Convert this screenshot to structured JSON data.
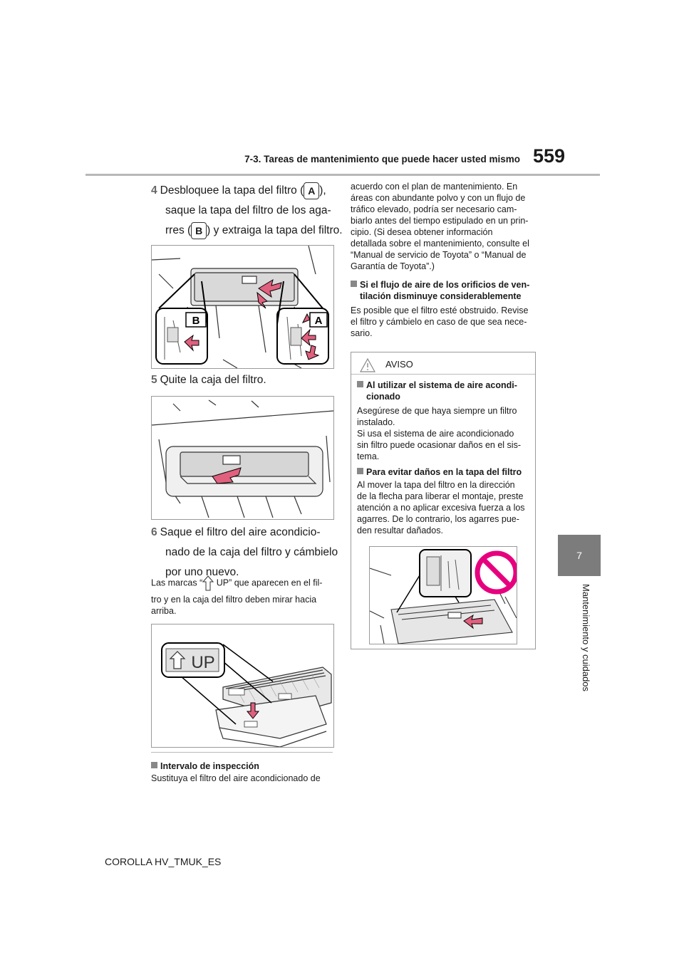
{
  "header": {
    "section_title": "7-3. Tareas de mantenimiento que puede hacer usted mismo",
    "page_number": "559"
  },
  "side_tab": {
    "chapter_number": "7",
    "chapter_title": "Mantenimiento y cuidados"
  },
  "steps": {
    "s4": {
      "number": "4",
      "line1a": "Desbloquee la tapa del filtro (",
      "line1b": "),",
      "line2": "saque la tapa del filtro de los aga-",
      "line3a": "rres (",
      "line3b": ") y extraiga la tapa del filtro."
    },
    "s5": {
      "number": "5",
      "text": "Quite la caja del filtro."
    },
    "s6": {
      "number": "6",
      "line1": "Saque el filtro del aire acondicio-",
      "line2": "nado de la caja del filtro y cámbielo",
      "line3": "por uno nuevo."
    }
  },
  "labels": {
    "a": "A",
    "b": "B",
    "up": "UP"
  },
  "up_note": {
    "line1a": "Las marcas “",
    "line1b": " UP” que aparecen en el fil-",
    "line2": "tro y en la caja del filtro deben mirar hacia",
    "line3": "arriba."
  },
  "inspection": {
    "heading": "Intervalo de inspección",
    "line1": "Sustituya el filtro del aire acondicionado de",
    "cont": [
      "acuerdo con el plan de mantenimiento. En",
      "áreas con abundante polvo y con un flujo de",
      "tráfico elevado, podría ser necesario cam-",
      "biarlo antes del tiempo estipulado en un prin-",
      "cipio. (Si desea obtener información",
      "detallada sobre el mantenimiento, consulte el",
      "“Manual de servicio de Toyota” o “Manual de",
      "Garantía de Toyota”.)"
    ]
  },
  "airflow": {
    "heading_l1": "Si el flujo de aire de los orificios de ven-",
    "heading_l2": "tilación disminuye considerablemente",
    "body": [
      "Es posible que el filtro esté obstruido. Revise",
      "el filtro y cámbielo en caso de que sea nece-",
      "sario."
    ]
  },
  "notice": {
    "title": "AVISO",
    "h1_l1": "Al utilizar el sistema de aire acondi-",
    "h1_l2": "cionado",
    "p1": [
      "Asegúrese de que haya siempre un filtro",
      "instalado.",
      "Si usa el sistema de aire acondicionado",
      "sin filtro puede ocasionar daños en el sis-",
      "tema."
    ],
    "h2": "Para evitar daños en la tapa del filtro",
    "p2": [
      "Al mover la tapa del filtro en la dirección",
      "de la flecha para liberar el montaje, preste",
      "atención a no aplicar excesiva fuerza a los",
      "agarres. De lo contrario, los agarres pue-",
      "den resultar dañados."
    ]
  },
  "footer": {
    "text": "COROLLA HV_TMUK_ES"
  },
  "colors": {
    "accent_gray": "#7c7c7c",
    "prohibit_magenta": "#e6007e"
  }
}
